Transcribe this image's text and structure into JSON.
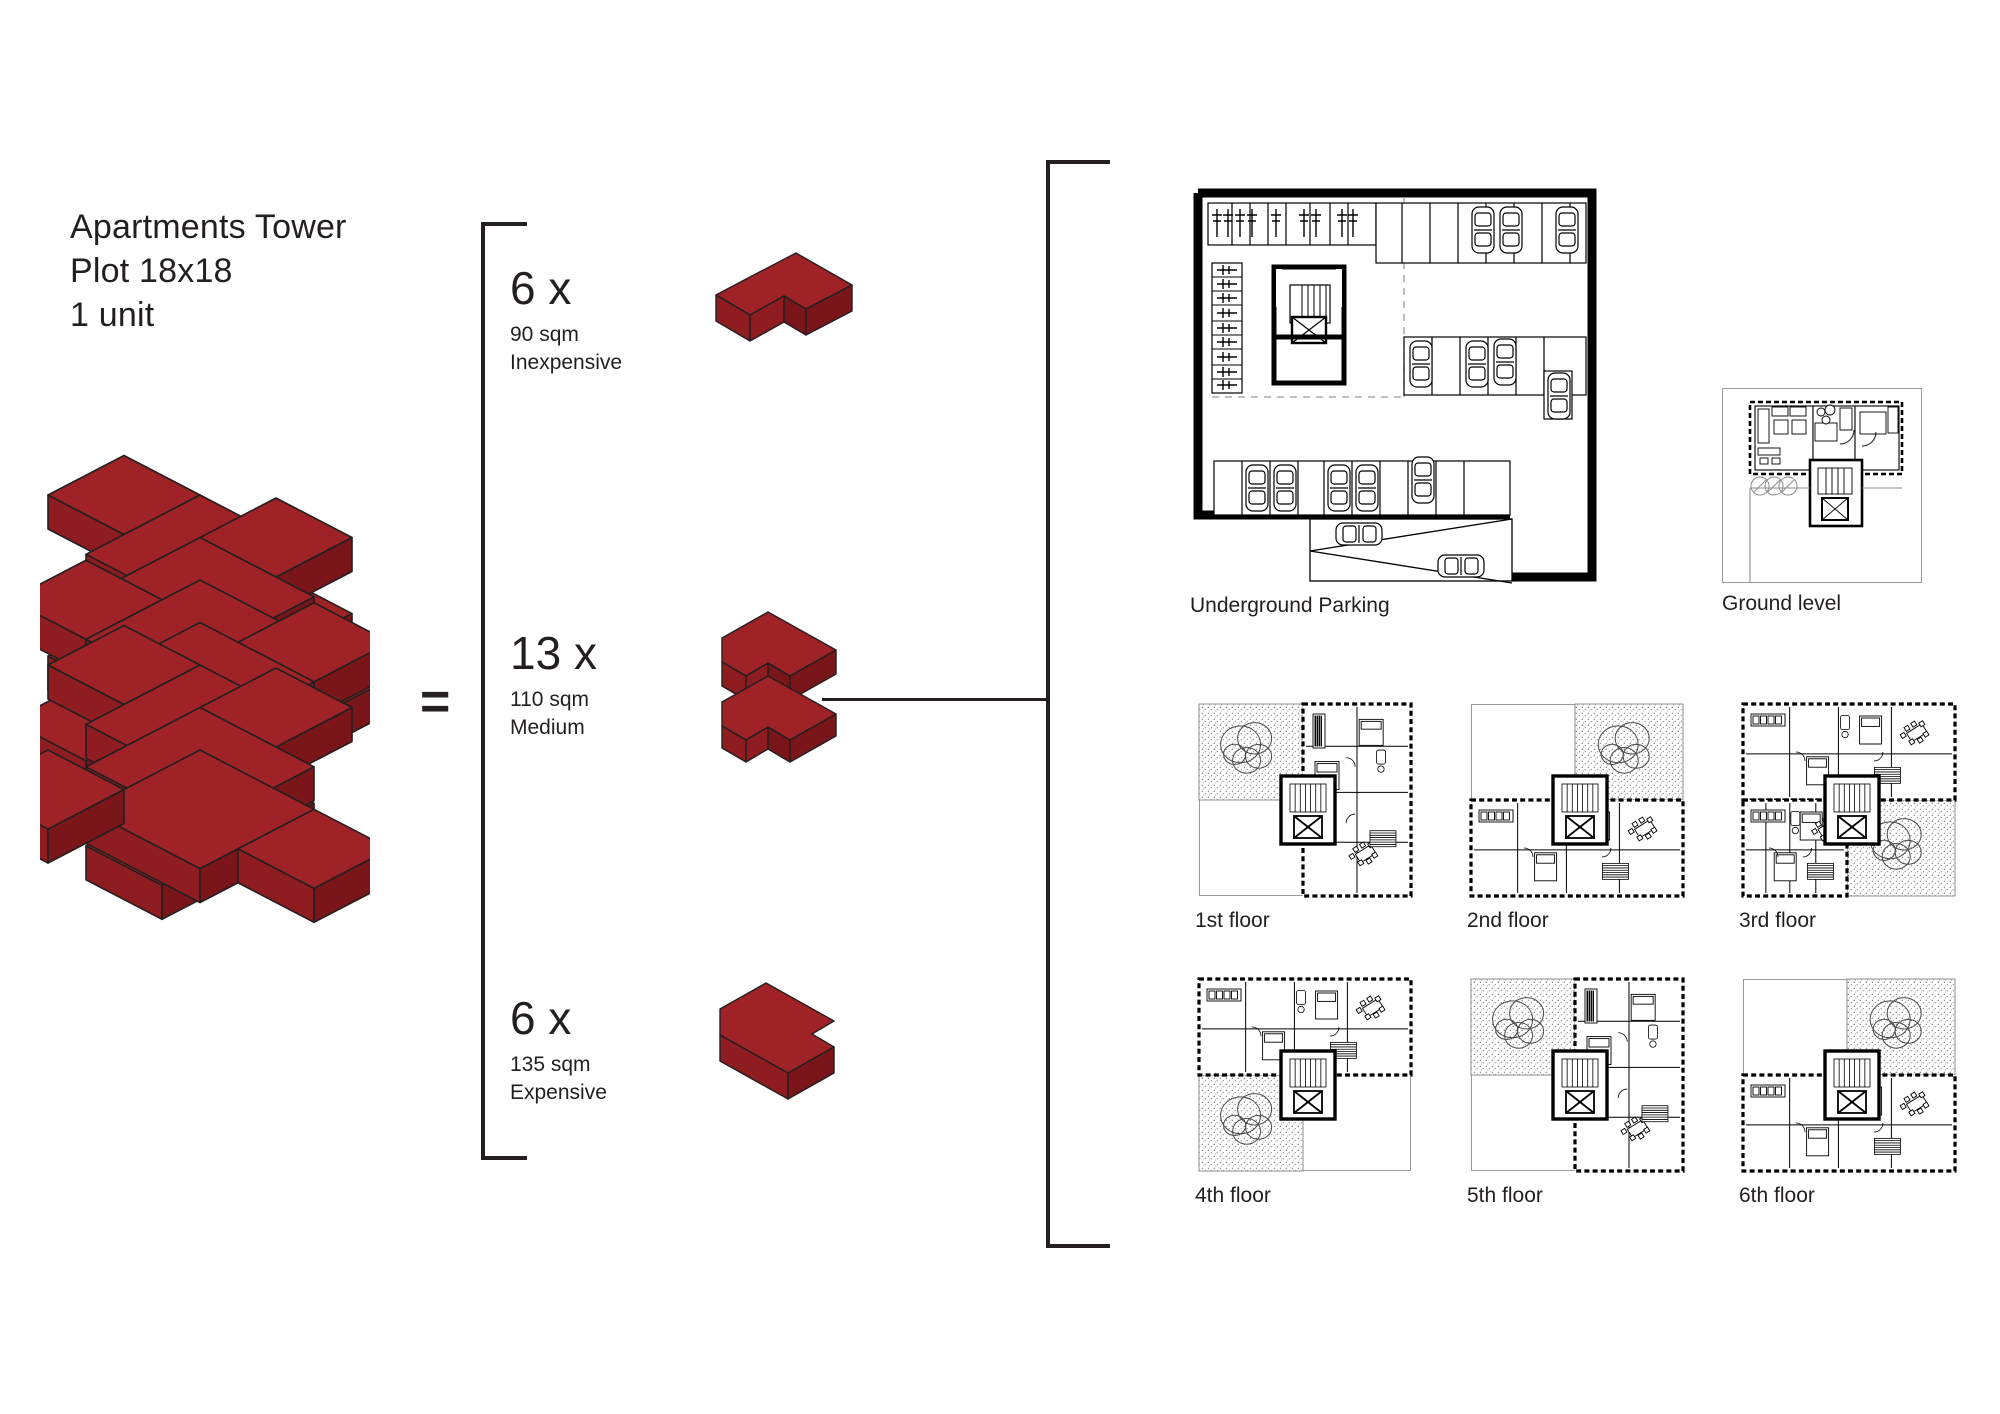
{
  "title": {
    "line1": "Apartments Tower",
    "line2": "Plot 18x18",
    "line3": "1 unit"
  },
  "equals_symbol": "=",
  "unit_types": [
    {
      "count": "6 x",
      "area": "90 sqm",
      "price_tier": "Inexpensive",
      "shape": "L-shape-flat"
    },
    {
      "count": "13 x",
      "area": "110 sqm",
      "price_tier": "Medium",
      "shape": "Z-shape"
    },
    {
      "count": "6 x",
      "area": "135 sqm",
      "price_tier": "Expensive",
      "shape": "T-shape"
    }
  ],
  "colors": {
    "block_top": "#9E2226",
    "block_left": "#8E1C20",
    "block_right": "#7A161A",
    "outline": "#231f20",
    "terrace_fill": "#efefef",
    "background": "#ffffff"
  },
  "plans": [
    {
      "id": "underground-parking",
      "caption": "Underground Parking"
    },
    {
      "id": "ground-level",
      "caption": "Ground level"
    },
    {
      "id": "floor-1",
      "caption": "1st floor"
    },
    {
      "id": "floor-2",
      "caption": "2nd floor"
    },
    {
      "id": "floor-3",
      "caption": "3rd floor"
    },
    {
      "id": "floor-4",
      "caption": "4th floor"
    },
    {
      "id": "floor-5",
      "caption": "5th floor"
    },
    {
      "id": "floor-6",
      "caption": "6th floor"
    }
  ],
  "parking_plan": {
    "car_count": 15,
    "bicycle_racks": 2,
    "core": "stair-and-lift",
    "ramp": "bottom-entrance-ramp"
  }
}
